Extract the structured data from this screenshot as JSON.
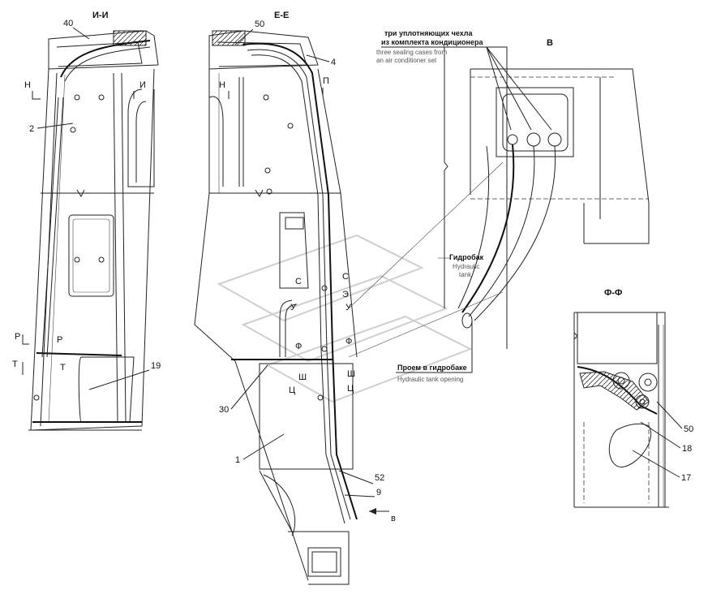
{
  "sections": {
    "ii": "И-И",
    "ee": "Е-Е",
    "ff": "Ф-Ф",
    "v": "В"
  },
  "callouts": {
    "n40": "40",
    "n50_top": "50",
    "n4": "4",
    "n2": "2",
    "n19": "19",
    "n30": "30",
    "n1": "1",
    "n52": "52",
    "n9": "9",
    "n50_ff": "50",
    "n18": "18",
    "n17": "17",
    "view_v": "в"
  },
  "cuts": {
    "N1": "Н",
    "I1": "И",
    "N2": "Н",
    "P1": "П",
    "R1": "Р",
    "R2": "Р",
    "T1": "Т",
    "T2": "Т",
    "S1": "С",
    "S2": "С",
    "E1": "Э",
    "U1": "У",
    "U2": "У",
    "F1": "Ф",
    "F2": "Ф",
    "SH1": "Ш",
    "SH2": "Ш",
    "TS1": "Ц",
    "TS2": "Ц"
  },
  "notes": {
    "seal_ru_1": "три уплотняющих чехла",
    "seal_ru_2": "из комплекта кондиционера",
    "seal_en_1": "three sealing cases from",
    "seal_en_2": "an air conditioner set",
    "tank_ru": "Гидробак",
    "tank_en_1": "Hydraulic",
    "tank_en_2": "tank",
    "opening_ru": "Проем в гидробаке",
    "opening_en": "Hydraulic tank opening"
  }
}
